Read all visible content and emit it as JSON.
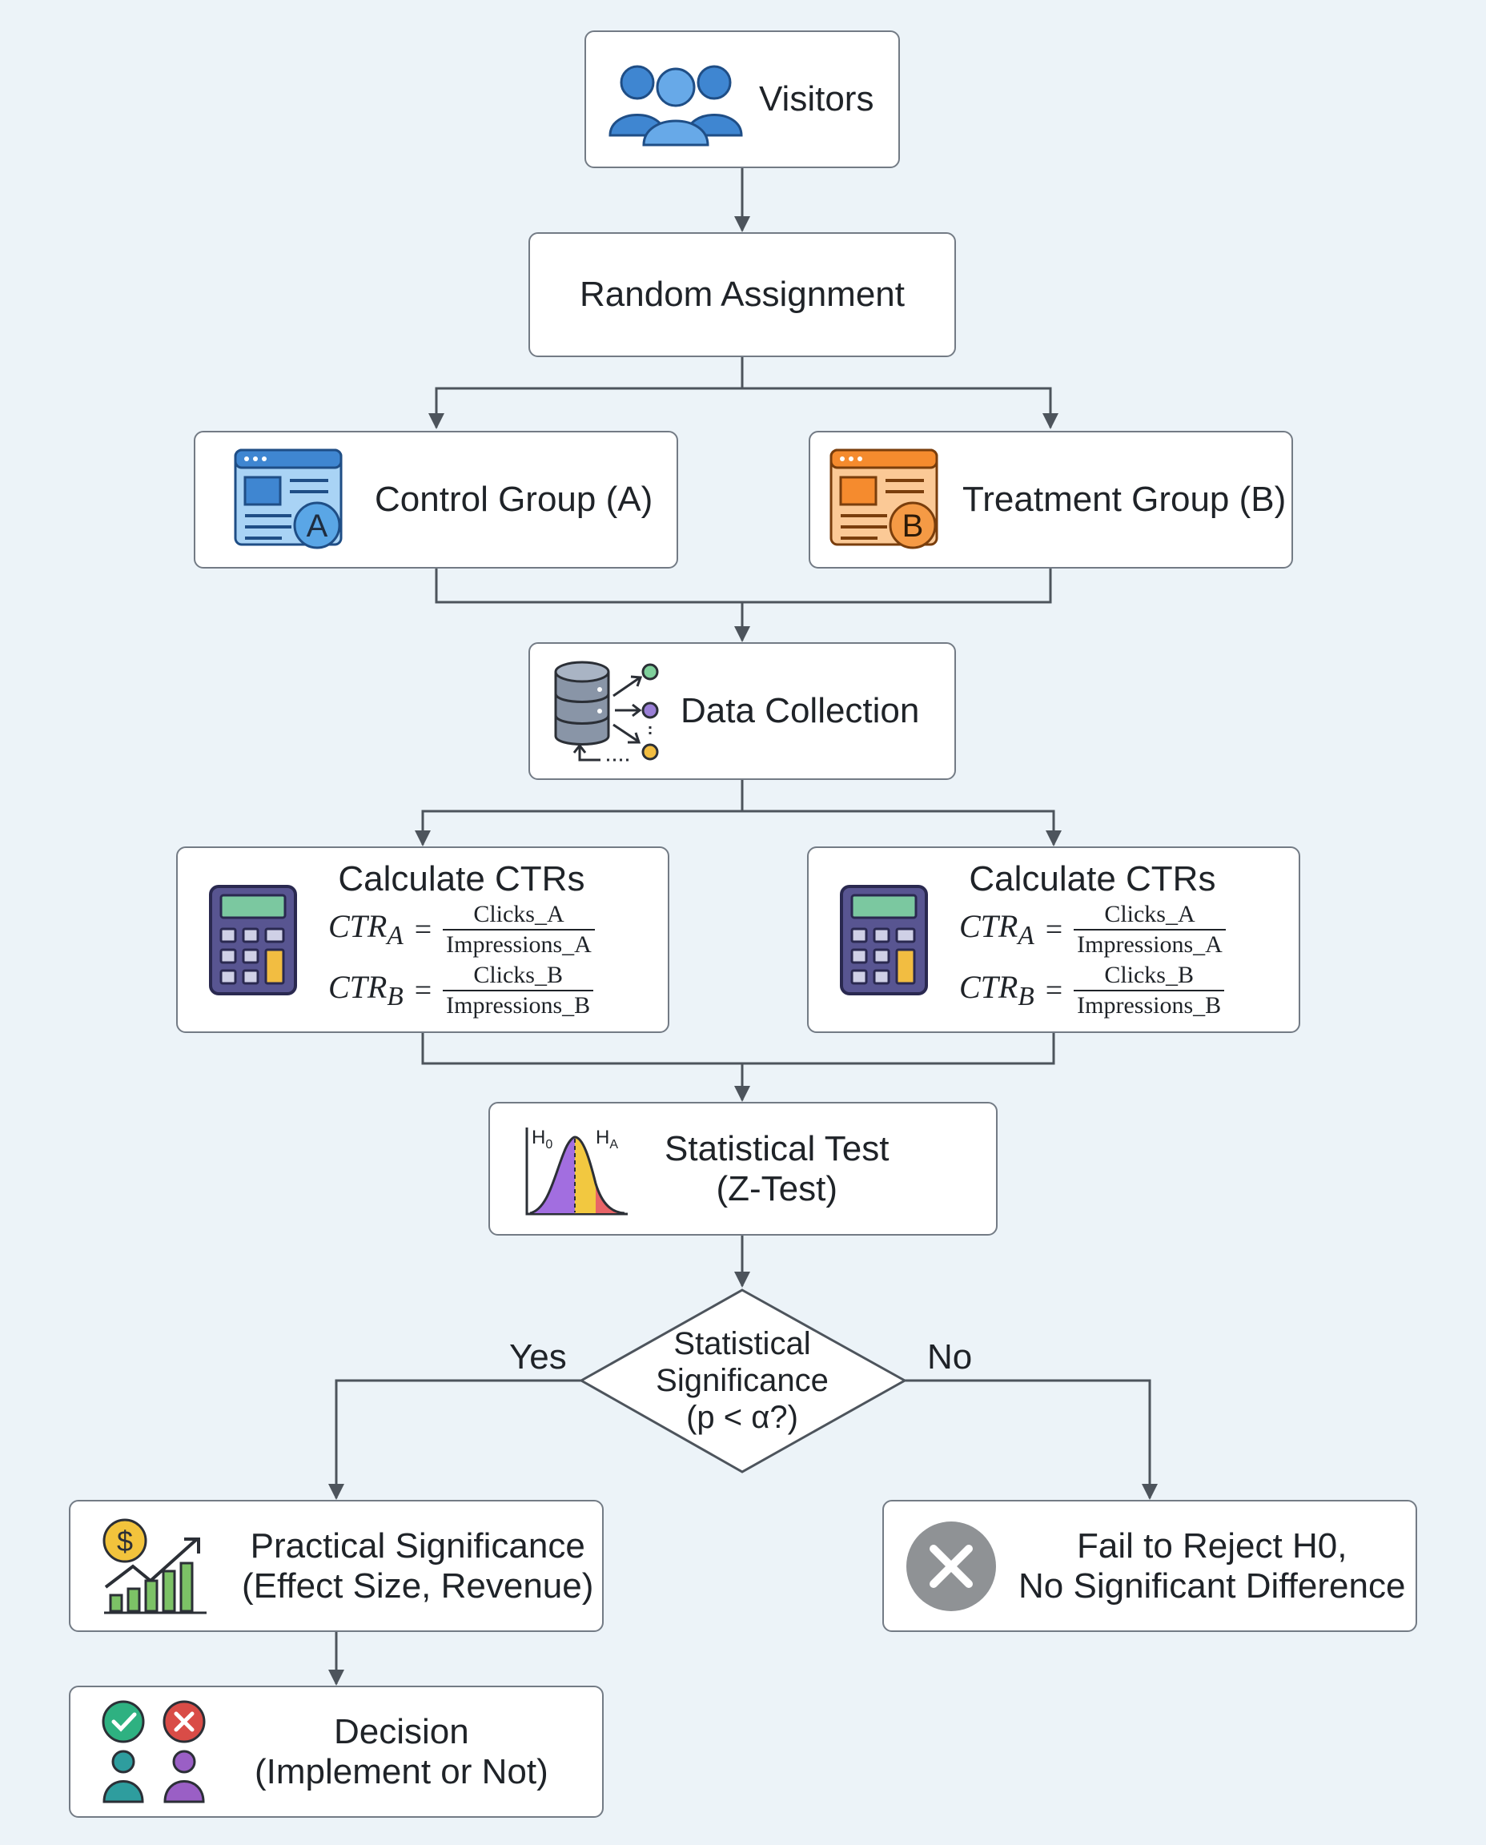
{
  "nodes": {
    "visitors": "Visitors",
    "random_assignment": "Random Assignment",
    "control_group": "Control Group (A)",
    "treatment_group": "Treatment Group (B)",
    "control_badge": "A",
    "treatment_badge": "B",
    "data_collection": "Data Collection",
    "calc_ctrs": {
      "title": "Calculate CTRs",
      "lhs_a": "CTR",
      "sub_a": "A",
      "lhs_b": "CTR",
      "sub_b": "B",
      "eq": "=",
      "num_a": "Clicks_A",
      "den_a": "Impressions_A",
      "num_b": "Clicks_B",
      "den_b": "Impressions_B"
    },
    "statistical_test": {
      "line1": "Statistical Test",
      "line2": "(Z-Test)"
    },
    "hypothesis_labels": {
      "h0": "H",
      "h0_sub": "0",
      "ha": "H",
      "ha_sub": "A"
    },
    "decision_diamond": {
      "line1": "Statistical",
      "line2": "Significance",
      "line3": "(p < α?)"
    },
    "practical_significance": {
      "line1": "Practical Significance",
      "line2": "(Effect Size, Revenue)"
    },
    "dollar_symbol": "$",
    "fail_to_reject": {
      "line1": "Fail to Reject H0,",
      "line2": "No Significant Difference"
    },
    "decision": {
      "line1": "Decision",
      "line2": "(Implement or Not)"
    }
  },
  "edges": {
    "yes": "Yes",
    "no": "No"
  },
  "colors": {
    "background": "#ecf3f8",
    "box_border": "#737b85",
    "connector": "#4d545c",
    "visitors_blue": "#3f86d1",
    "control_blue": "#5aa6e6",
    "treatment_orange": "#f59a45",
    "calculator_purple": "#585591",
    "calculator_screen": "#7bc8a0",
    "calculator_key": "#f2bd41",
    "curve_purple": "#a26ee0",
    "curve_yellow": "#f2c840",
    "curve_red": "#e86467",
    "dollar_gold": "#f2c33c",
    "bar_green": "#7cc266",
    "fail_gray": "#8f9295",
    "check_green": "#2eb181",
    "cross_red": "#d94c47",
    "person_teal": "#2e9d9e",
    "person_purple": "#9a5fc5"
  },
  "icons": {
    "visitors": "users-group-icon",
    "control": "browser-window-a-icon",
    "treatment": "browser-window-b-icon",
    "data_collection": "database-flow-icon",
    "calculator": "calculator-icon",
    "statistical_test": "distribution-curve-icon",
    "practical": "dollar-chart-growth-icon",
    "fail": "x-circle-icon",
    "decision": "check-cross-people-icon"
  }
}
